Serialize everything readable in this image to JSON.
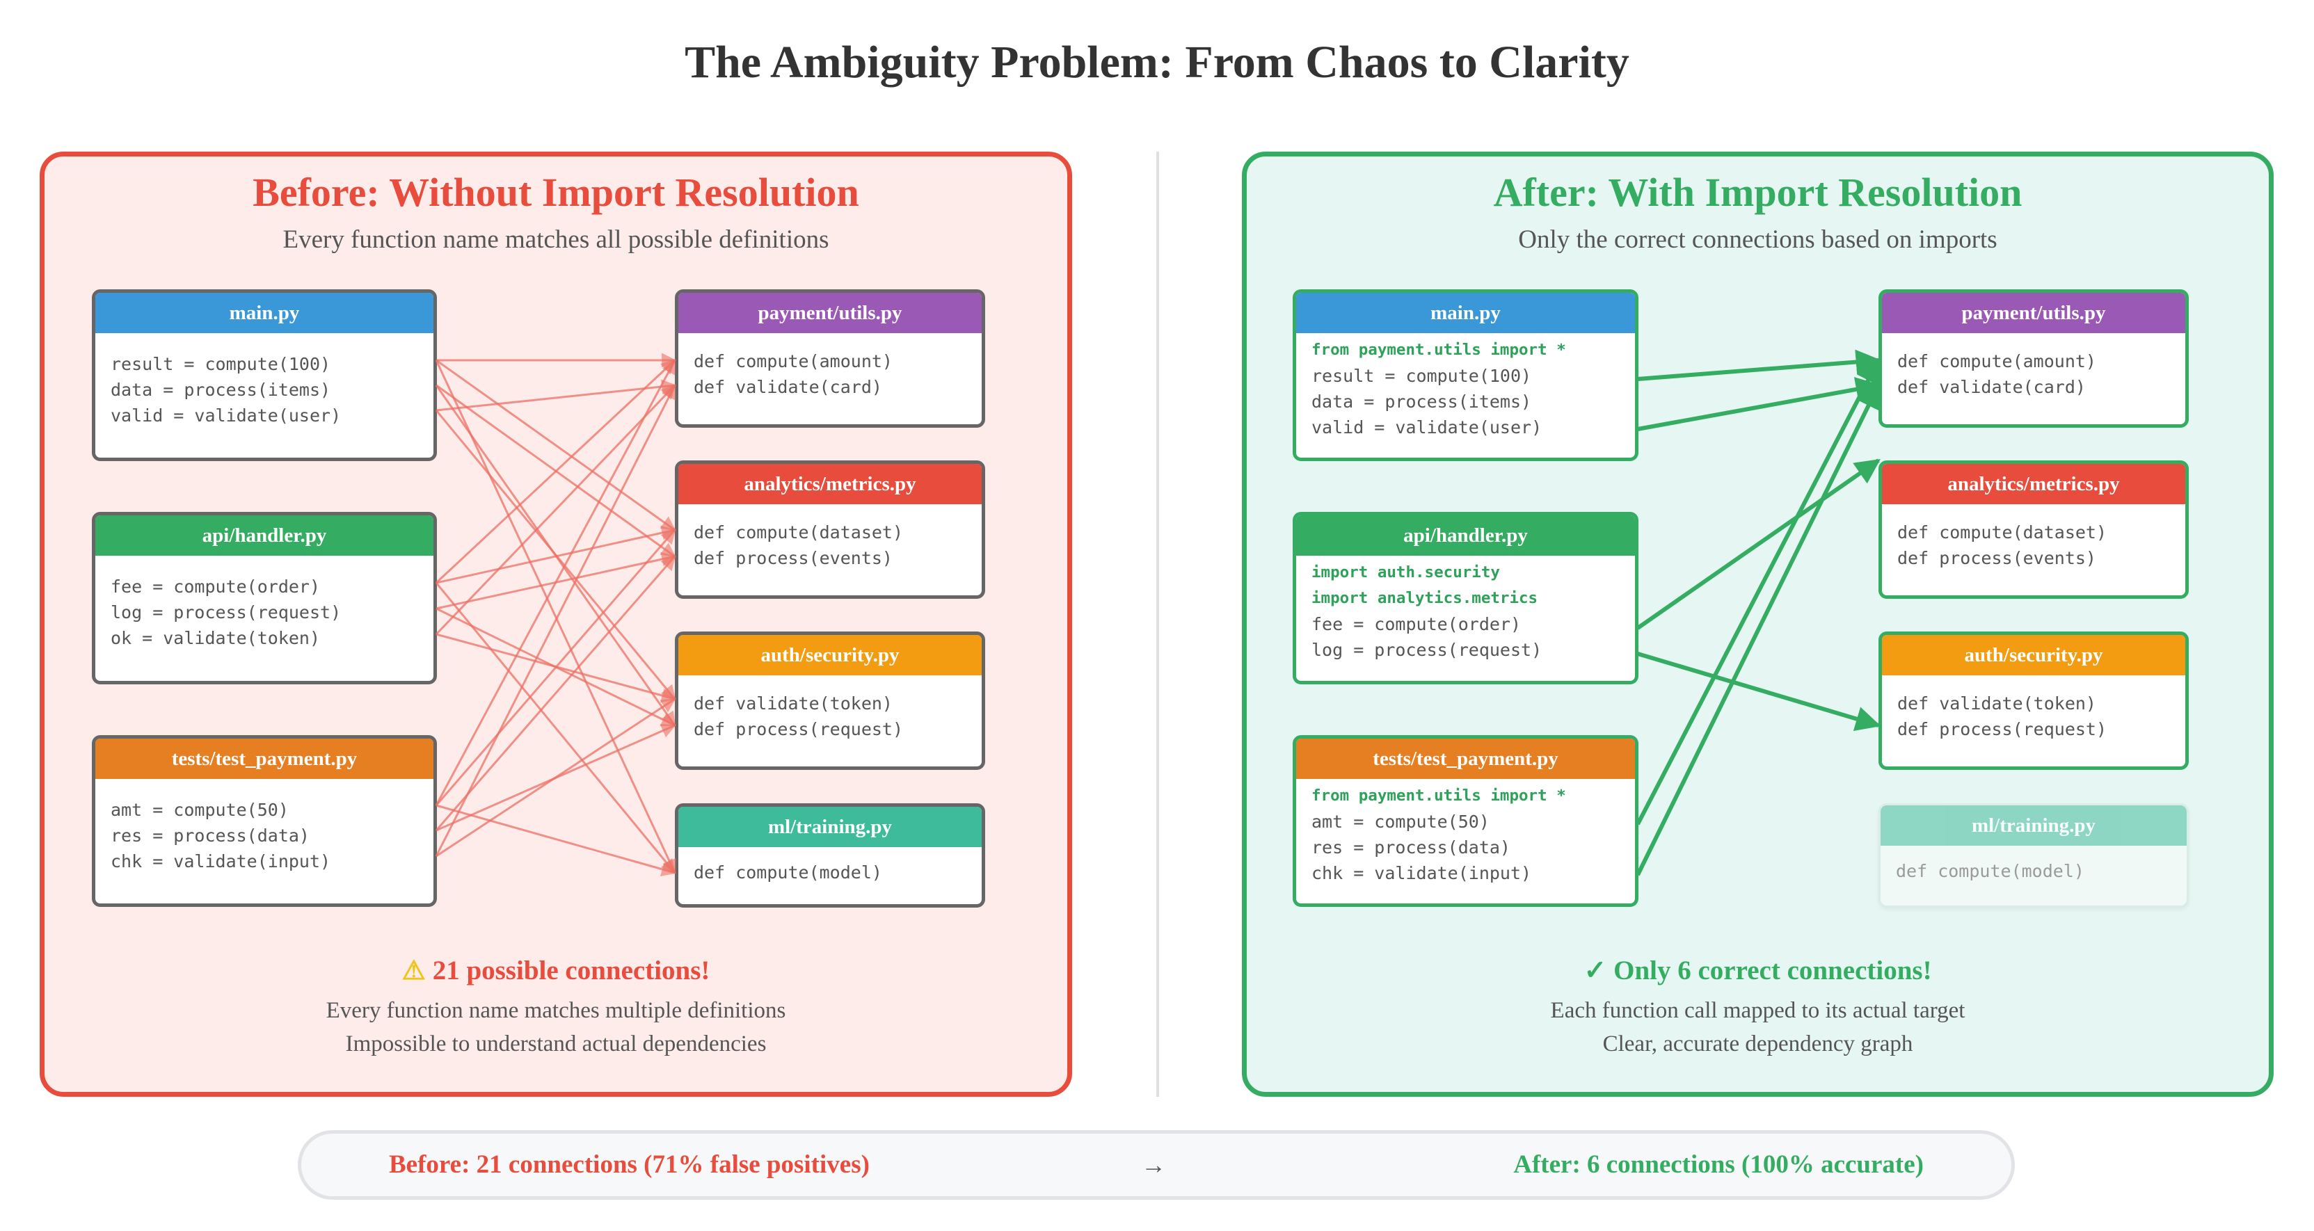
{
  "title": "The Ambiguity Problem: From Chaos to Clarity",
  "colors": {
    "before_accent": "#e74c3c",
    "after_accent": "#34ad62",
    "before_line": "#ec6f63",
    "after_line": "#34ad62"
  },
  "before": {
    "title": "Before: Without Import Resolution",
    "subtitle": "Every function name matches all possible definitions",
    "callers": [
      {
        "file": "main.py",
        "color": "#3a98d8",
        "lines": [
          "result = compute(100)",
          "data = process(items)",
          "valid = validate(user)"
        ]
      },
      {
        "file": "api/handler.py",
        "color": "#34ad62",
        "lines": [
          "fee = compute(order)",
          "log = process(request)",
          "ok = validate(token)"
        ]
      },
      {
        "file": "tests/test_payment.py",
        "color": "#e67e22",
        "lines": [
          "amt = compute(50)",
          "res = process(data)",
          "chk = validate(input)"
        ]
      }
    ],
    "definitions": [
      {
        "file": "payment/utils.py",
        "color": "#9b59b6",
        "lines": [
          "def compute(amount)",
          "def validate(card)"
        ]
      },
      {
        "file": "analytics/metrics.py",
        "color": "#e74c3c",
        "lines": [
          "def compute(dataset)",
          "def process(events)"
        ]
      },
      {
        "file": "auth/security.py",
        "color": "#f39c12",
        "lines": [
          "def validate(token)",
          "def process(request)"
        ]
      },
      {
        "file": "ml/training.py",
        "color": "#3dbb9a",
        "lines": [
          "def compute(model)"
        ]
      }
    ],
    "footer_icon": "warning-icon",
    "footer_title": "21 possible connections!",
    "footer_lines": [
      "Every function name matches multiple definitions",
      "Impossible to understand actual dependencies"
    ]
  },
  "after": {
    "title": "After: With Import Resolution",
    "subtitle": "Only the correct connections based on imports",
    "callers": [
      {
        "file": "main.py",
        "color": "#3a98d8",
        "imports": [
          "from payment.utils import *"
        ],
        "lines": [
          "result = compute(100)",
          "data = process(items)",
          "valid = validate(user)"
        ]
      },
      {
        "file": "api/handler.py",
        "color": "#34ad62",
        "imports": [
          "import auth.security",
          "import analytics.metrics"
        ],
        "lines": [
          "fee = compute(order)",
          "log = process(request)"
        ]
      },
      {
        "file": "tests/test_payment.py",
        "color": "#e67e22",
        "imports": [
          "from payment.utils import *"
        ],
        "lines": [
          "amt = compute(50)",
          "res = process(data)",
          "chk = validate(input)"
        ]
      }
    ],
    "definitions": [
      {
        "file": "payment/utils.py",
        "color": "#9b59b6",
        "lines": [
          "def compute(amount)",
          "def validate(card)"
        ]
      },
      {
        "file": "analytics/metrics.py",
        "color": "#e74c3c",
        "lines": [
          "def compute(dataset)",
          "def process(events)"
        ]
      },
      {
        "file": "auth/security.py",
        "color": "#f39c12",
        "lines": [
          "def validate(token)",
          "def process(request)"
        ]
      },
      {
        "file": "ml/training.py",
        "color": "#3dbb9a",
        "lines": [
          "def compute(model)"
        ],
        "dimmed": true
      }
    ],
    "footer_icon": "checkmark-icon",
    "footer_title": "Only 6 correct connections!",
    "footer_lines": [
      "Each function call mapped to its actual target",
      "Clear, accurate dependency graph"
    ]
  },
  "icons": {
    "warning": "⚠",
    "check": "✓",
    "arrow": "→"
  },
  "summary": {
    "before": "Before: 21 connections (71% false positives)",
    "arrow": "→",
    "after": "After: 6 connections (100% accurate)"
  }
}
